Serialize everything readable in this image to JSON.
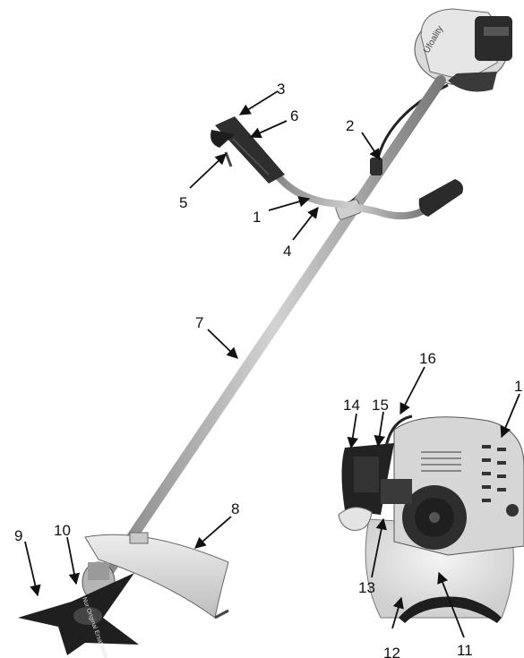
{
  "callouts": {
    "c1": "1",
    "c2": "2",
    "c3": "3",
    "c4": "4",
    "c5": "5",
    "c6": "6",
    "c7": "7",
    "c8": "8",
    "c9": "9",
    "c10": "10",
    "c11": "11",
    "c12": "12",
    "c13": "13",
    "c14": "14",
    "c15": "15",
    "c16": "16",
    "c17": "1"
  },
  "engine_brand": "Ufoality",
  "blade_sticker": "Nur Original Ersatzteile",
  "colors": {
    "metal": "#c8c8c8",
    "dark": "#2a2a2a",
    "housing": "#d9d9d9",
    "tank": "#e8e8e8"
  }
}
